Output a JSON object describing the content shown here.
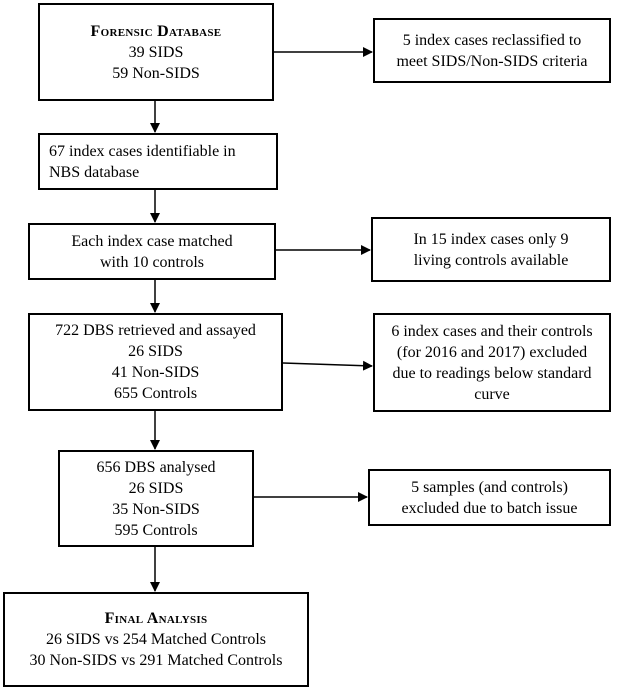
{
  "colors": {
    "stroke": "#000000",
    "background": "#ffffff"
  },
  "boxes": {
    "forensic": {
      "title": "Forensic Database",
      "lines": [
        "39 SIDS",
        "59 Non-SIDS"
      ]
    },
    "reclassified": {
      "lines": [
        "5 index cases reclassified to",
        "meet SIDS/Non-SIDS criteria"
      ]
    },
    "identifiable": {
      "lines": [
        "67 index cases identifiable in",
        "NBS database"
      ]
    },
    "matched": {
      "lines": [
        "Each index case matched",
        "with 10 controls"
      ]
    },
    "living": {
      "lines": [
        "In 15 index cases only 9",
        "living controls available"
      ]
    },
    "retrieved": {
      "lines": [
        "722 DBS retrieved and assayed",
        "26 SIDS",
        "41 Non-SIDS",
        "655 Controls"
      ]
    },
    "excluded_readings": {
      "lines": [
        "6 index cases and their controls",
        "(for 2016 and 2017) excluded",
        "due to readings below standard",
        "curve"
      ]
    },
    "analysed": {
      "lines": [
        "656 DBS analysed",
        "26 SIDS",
        "35 Non-SIDS",
        "595 Controls"
      ]
    },
    "excluded_batch": {
      "lines": [
        "5 samples (and controls)",
        "excluded due to batch issue"
      ]
    },
    "final": {
      "title": "Final Analysis",
      "lines": [
        "26 SIDS vs 254 Matched Controls",
        "30 Non-SIDS vs 291 Matched Controls"
      ]
    }
  }
}
